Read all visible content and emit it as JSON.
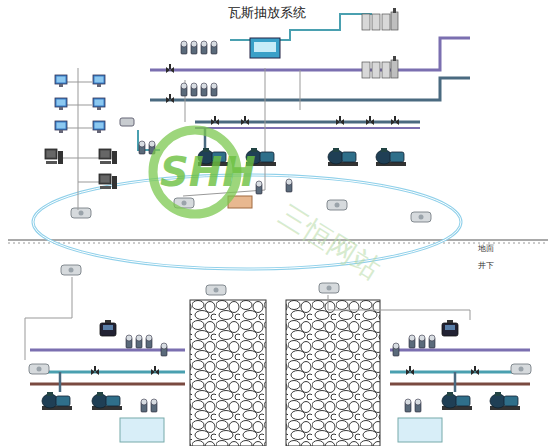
{
  "diagram": {
    "title": "瓦斯抽放系统",
    "labels": [
      "地面",
      "井下",
      "SHH",
      "三恒网站"
    ]
  }
}
